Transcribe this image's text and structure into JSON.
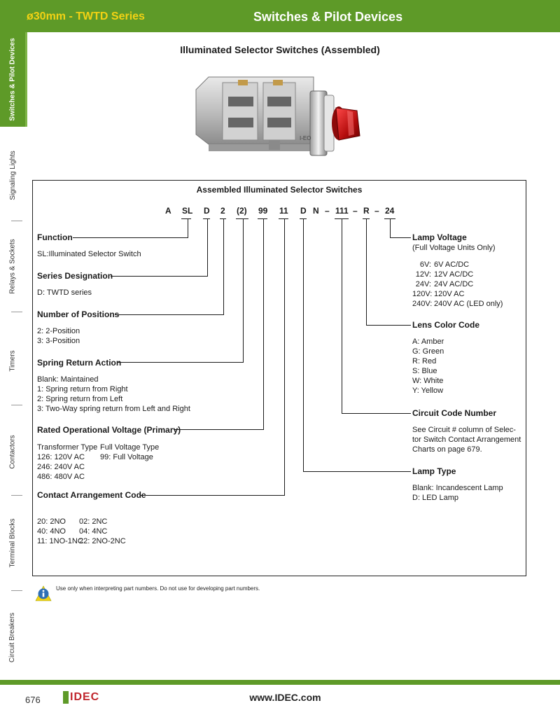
{
  "header": {
    "series": "ø30mm - TWTD Series",
    "category": "Switches & Pilot Devices"
  },
  "sidebar": {
    "items": [
      "Switches & Pilot Devices",
      "Signaling Lights",
      "Relays & Sockets",
      "Timers",
      "Contactors",
      "Terminal Blocks",
      "Circuit Breakers"
    ]
  },
  "page_title": "Illuminated Selector Switches (Assembled)",
  "photo": {
    "marking": "I-EO"
  },
  "box_title": "Assembled Illuminated Selector Switches",
  "code": [
    "A",
    "SL",
    "D",
    "2",
    "(2)",
    "99",
    "11",
    "D",
    "N",
    "–",
    "111",
    "–",
    "R",
    "–",
    "24"
  ],
  "left": {
    "function": {
      "heading": "Function",
      "lines": [
        "SL:Illuminated Selector Switch"
      ]
    },
    "series": {
      "heading": "Series Designation",
      "lines": [
        "D: TWTD series"
      ]
    },
    "positions": {
      "heading": "Number of Positions",
      "lines": [
        "2: 2-Position",
        "3: 3-Position"
      ]
    },
    "spring": {
      "heading": "Spring Return Action",
      "lines": [
        "Blank: Maintained",
        "1: Spring return from Right",
        "2: Spring return from Left",
        "3: Two-Way spring return from Left and Right"
      ]
    },
    "voltage": {
      "heading": "Rated Operational Voltage (Primary)",
      "col1": [
        "Transformer Type",
        "126:  120V AC",
        "246:  240V AC",
        "486: 480V AC"
      ],
      "col2": [
        "Full Voltage Type",
        "99: Full Voltage"
      ]
    },
    "contact": {
      "heading": "Contact Arrangement Code",
      "col1": [
        "20: 2NO",
        "40: 4NO",
        "11: 1NO-1NC"
      ],
      "col2": [
        "02: 2NC",
        "04: 4NC",
        "22: 2NO-2NC"
      ]
    }
  },
  "right": {
    "lamp_voltage": {
      "heading": "Lamp Voltage",
      "sub": "(Full Voltage Units Only)",
      "codes": [
        "6V:",
        "12V:",
        "24V:",
        "120V:",
        "240V:"
      ],
      "values": [
        "6V AC/DC",
        "12V AC/DC",
        "24V AC/DC",
        "120V AC",
        "240V AC (LED only)"
      ]
    },
    "lens": {
      "heading": "Lens Color Code",
      "lines": [
        "A:  Amber",
        "G:  Green",
        "R:  Red",
        "S:  Blue",
        "W: White",
        "Y:  Yellow"
      ]
    },
    "circuit": {
      "heading": "Circuit Code Number",
      "lines": [
        "See Circuit # column of Selec-",
        "tor Switch Contact Arrangement",
        "Charts on page 679."
      ]
    },
    "lamp_type": {
      "heading": "Lamp Type",
      "lines": [
        "Blank: Incandescent Lamp",
        "D: LED Lamp"
      ]
    }
  },
  "note": "Use only when interpreting part numbers. Do not use for developing part numbers.",
  "footer": {
    "page": "676",
    "logo": "IDEC",
    "website": "www.IDEC.com"
  },
  "colors": {
    "green": "#5e9a28",
    "yellow": "#f2d214",
    "red_logo": "#c0262d"
  }
}
